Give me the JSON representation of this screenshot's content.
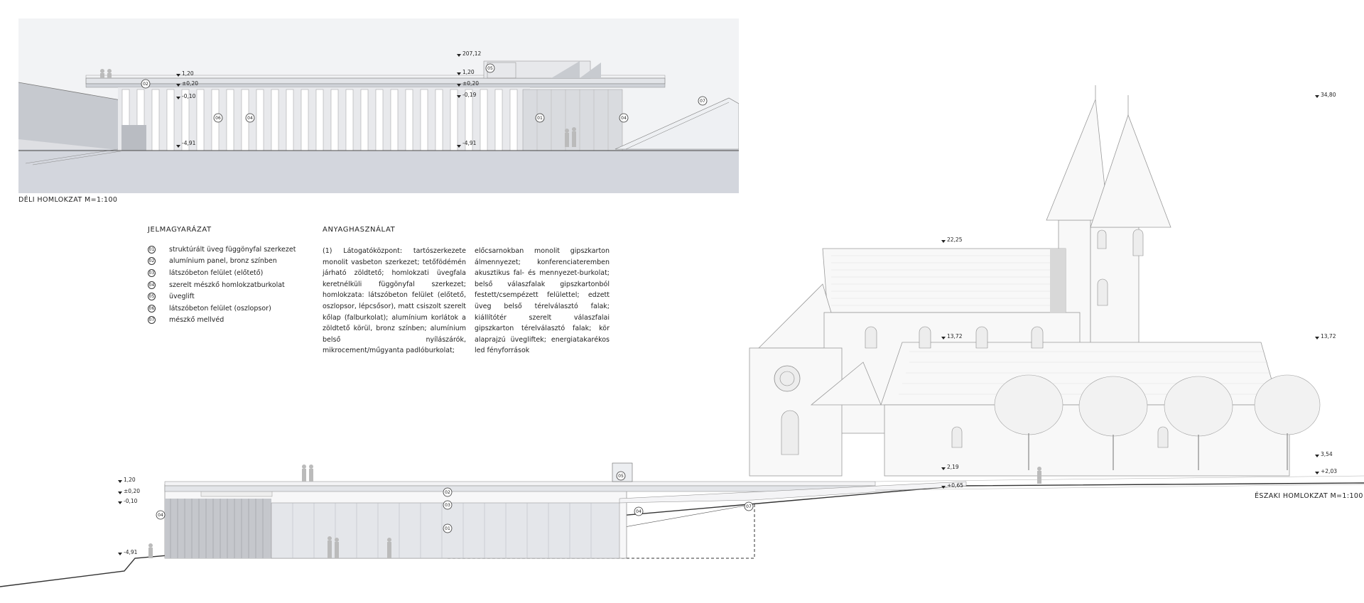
{
  "south": {
    "caption": "DÉLI HOMLOKZAT M=1:100",
    "levels": [
      "1,20",
      "±0,20",
      "-0,10",
      "207,12",
      "1,20",
      "±0,20",
      "-0,19",
      "-4,91",
      "-4,91"
    ],
    "markers": [
      "02",
      "06",
      "04",
      "05",
      "01",
      "04",
      "07"
    ]
  },
  "legend": {
    "title": "JELMAGYARÁZAT",
    "items": [
      {
        "num": "01",
        "label": "struktúrált üveg függönyfal szerkezet"
      },
      {
        "num": "02",
        "label": "alumínium panel, bronz színben"
      },
      {
        "num": "03",
        "label": "látszóbeton felület (előtető)"
      },
      {
        "num": "04",
        "label": "szerelt mészkő homlokzatburkolat"
      },
      {
        "num": "05",
        "label": "üveglift"
      },
      {
        "num": "06",
        "label": "látszóbeton felület (oszlopsor)"
      },
      {
        "num": "07",
        "label": "mészkő mellvéd"
      }
    ]
  },
  "materials": {
    "title": "ANYAGHASZNÁLAT",
    "col1": "(1) Látogatóközpont: tartószerkezete monolit vasbeton szerkezet; tetőfödémén járható zöldtető; homlokzati üvegfala keretnélküli függönyfal szerkezet; homlokzata: látszóbeton felület (előtető, oszlopsor, lépcsősor), matt csiszolt szerelt kőlap (falburkolat); alumínium korlátok a zöldtető körül, bronz színben; alumínium belső nyílászárók, mikrocement/műgyanta padlóburkolat;",
    "col2": "előcsarnokban monolit gipszkarton álmennyezet; konferenciateremben akusztikus fal- és mennyezet-burkolat; belső válaszfalak gipszkartonból festett/csempézett felülettel; edzett üveg belső térelválasztó falak; kiállítótér szerelt válaszfalai gipszkarton térelválasztó falak; kör alaprajzú üvegliftek; energiatakarékos led fényforrások"
  },
  "north": {
    "caption": "ÉSZAKI HOMLOKZAT M=1:100",
    "levels": [
      "34,80",
      "22,25",
      "13,72",
      "13,72",
      "3,54",
      "+2,03",
      "2,19",
      "+0,65",
      "1,20",
      "±0,20",
      "-0,10",
      "-4,91"
    ],
    "markers": [
      "02",
      "05",
      "03",
      "04",
      "07",
      "01",
      "04"
    ]
  }
}
